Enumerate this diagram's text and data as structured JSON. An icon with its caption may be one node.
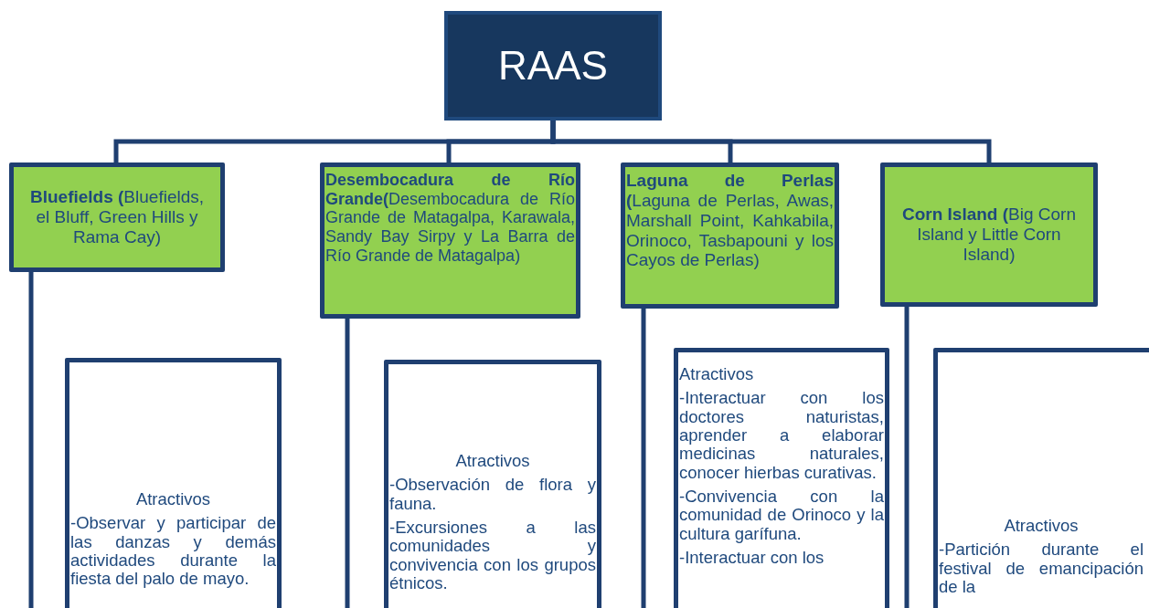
{
  "diagram": {
    "nodes": [
      {
        "text": [
          "RAAS"
        ]
      },
      {
        "text": [
          "**Bluefields (**Bluefields, el Bluff, Green Hills y Rama Cay)"
        ]
      },
      {
        "text": [
          "**Desembocadura de Río Grande(**Desembocadura de Río Grande de Matagalpa, Karawala, Sandy Bay Sirpy y La Barra de Río Grande de Matagalpa)"
        ]
      },
      {
        "text": [
          "**Laguna de Perlas (**Laguna de Perlas, Awas, Marshall Point, Kahkabila, Orinoco, Tasbapouni y los Cayos de Perlas)"
        ]
      },
      {
        "text": [
          "**Corn Island (**Big Corn Island y Little Corn Island)"
        ]
      },
      {
        "text": [
          "Atractivos",
          "-Observar y participar de las danzas y demás actividades durante la fiesta del palo de mayo."
        ]
      },
      {
        "text": [
          "Atractivos",
          "-Observación de flora y fauna.",
          "-Excursiones a las comunidades y convivencia con los grupos étnicos."
        ]
      },
      {
        "text": [
          "Atractivos",
          "-Interactuar con los doctores naturistas, aprender a elaborar medicinas naturales, conocer hierbas curativas.",
          "-Convivencia con la comunidad de Orinoco y la cultura garífuna.",
          "-Interactuar con los"
        ]
      },
      {
        "text": [
          "Atractivos",
          "-Partición durante el festival de emancipación de la"
        ]
      }
    ],
    "edges": [
      {
        "from": 0,
        "to": 1,
        "arrow": "none"
      },
      {
        "from": 0,
        "to": 2,
        "arrow": "none"
      },
      {
        "from": 0,
        "to": 3,
        "arrow": "none"
      },
      {
        "from": 0,
        "to": 4,
        "arrow": "none"
      },
      {
        "from": 1,
        "to": null,
        "arrow": "none"
      },
      {
        "from": 2,
        "to": null,
        "arrow": "none"
      },
      {
        "from": 3,
        "to": null,
        "arrow": "none"
      },
      {
        "from": 4,
        "to": null,
        "arrow": "none"
      }
    ]
  }
}
